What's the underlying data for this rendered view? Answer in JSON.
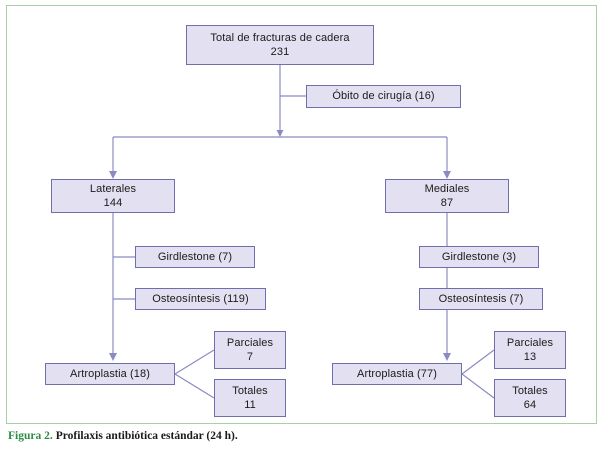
{
  "figure": {
    "caption_label": "Figura 2.",
    "caption_text": "Profilaxis antibiótica estándar (24 h).",
    "frame_color": "#a9cfa9",
    "label_color": "#2e8b45"
  },
  "style": {
    "node_fill": "#e3e1f1",
    "node_border": "#6f6fae",
    "connector_color": "#8b8bc0"
  },
  "nodes": {
    "total": {
      "title": "Total de fracturas de cadera",
      "value": "231"
    },
    "obito": {
      "title": "Óbito de cirugía (16)"
    },
    "laterales": {
      "title": "Laterales",
      "value": "144"
    },
    "mediales": {
      "title": "Mediales",
      "value": "87"
    },
    "lat_girdlestone": {
      "title": "Girdlestone (7)"
    },
    "lat_osteosintesis": {
      "title": "Osteosíntesis (119)"
    },
    "lat_artroplastia": {
      "title": "Artroplastia (18)"
    },
    "lat_parciales": {
      "title": "Parciales",
      "value": "7"
    },
    "lat_totales": {
      "title": "Totales",
      "value": "11"
    },
    "med_girdlestone": {
      "title": "Girdlestone (3)"
    },
    "med_osteosintesis": {
      "title": "Osteosíntesis (7)"
    },
    "med_artroplastia": {
      "title": "Artroplastia (77)"
    },
    "med_parciales": {
      "title": "Parciales",
      "value": "13"
    },
    "med_totales": {
      "title": "Totales",
      "value": "64"
    }
  },
  "chart_data": {
    "type": "diagram",
    "title": "Profilaxis antibiótica estándar (24 h)",
    "root": "Total de fracturas de cadera",
    "root_value": 231,
    "flow": [
      {
        "label": "Total de fracturas de cadera",
        "value": 231,
        "parent": null
      },
      {
        "label": "Óbito de cirugía",
        "value": 16,
        "parent": "Total de fracturas de cadera"
      },
      {
        "label": "Laterales",
        "value": 144,
        "parent": "Total de fracturas de cadera"
      },
      {
        "label": "Mediales",
        "value": 87,
        "parent": "Total de fracturas de cadera"
      },
      {
        "label": "Girdlestone",
        "value": 7,
        "parent": "Laterales"
      },
      {
        "label": "Osteosíntesis",
        "value": 119,
        "parent": "Laterales"
      },
      {
        "label": "Artroplastia",
        "value": 18,
        "parent": "Laterales"
      },
      {
        "label": "Parciales",
        "value": 7,
        "parent": "Artroplastia (18)"
      },
      {
        "label": "Totales",
        "value": 11,
        "parent": "Artroplastia (18)"
      },
      {
        "label": "Girdlestone",
        "value": 3,
        "parent": "Mediales"
      },
      {
        "label": "Osteosíntesis",
        "value": 7,
        "parent": "Mediales"
      },
      {
        "label": "Artroplastia",
        "value": 77,
        "parent": "Mediales"
      },
      {
        "label": "Parciales",
        "value": 13,
        "parent": "Artroplastia (77)"
      },
      {
        "label": "Totales",
        "value": 64,
        "parent": "Artroplastia (77)"
      }
    ]
  }
}
